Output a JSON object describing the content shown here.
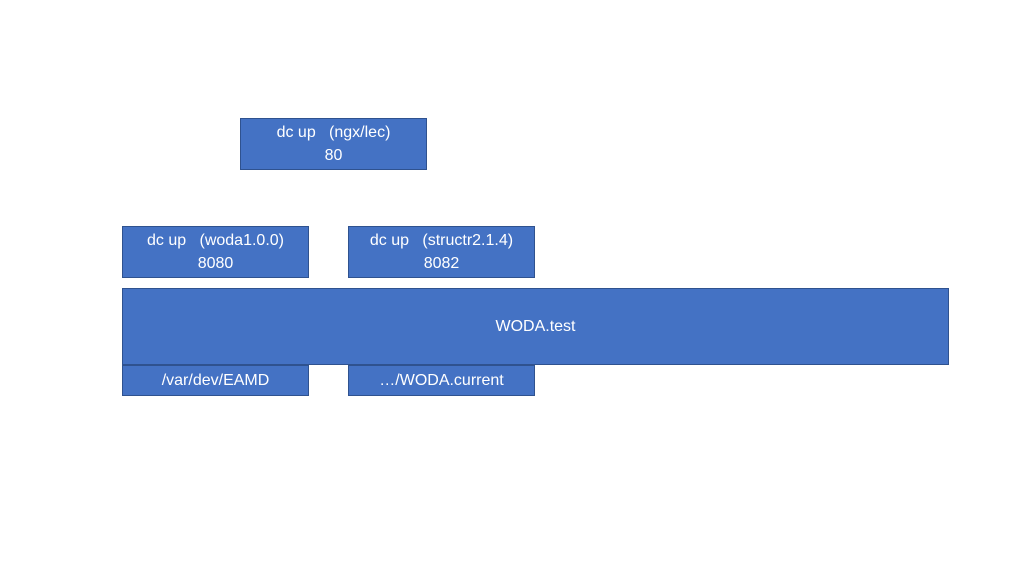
{
  "boxes": {
    "ngx": {
      "line1": "dc up   (ngx/lec)",
      "line2": "80"
    },
    "woda": {
      "line1": "dc up   (woda1.0.0)",
      "line2": "8080"
    },
    "structr": {
      "line1": "dc up   (structr2.1.4)",
      "line2": "8082"
    },
    "test": {
      "label": "WODA.test"
    },
    "eamd": {
      "label": "/var/dev/EAMD"
    },
    "current": {
      "label": "…/WODA.current"
    }
  },
  "colors": {
    "box_fill": "#4472c4",
    "box_border": "#2f528f",
    "text": "#ffffff"
  }
}
